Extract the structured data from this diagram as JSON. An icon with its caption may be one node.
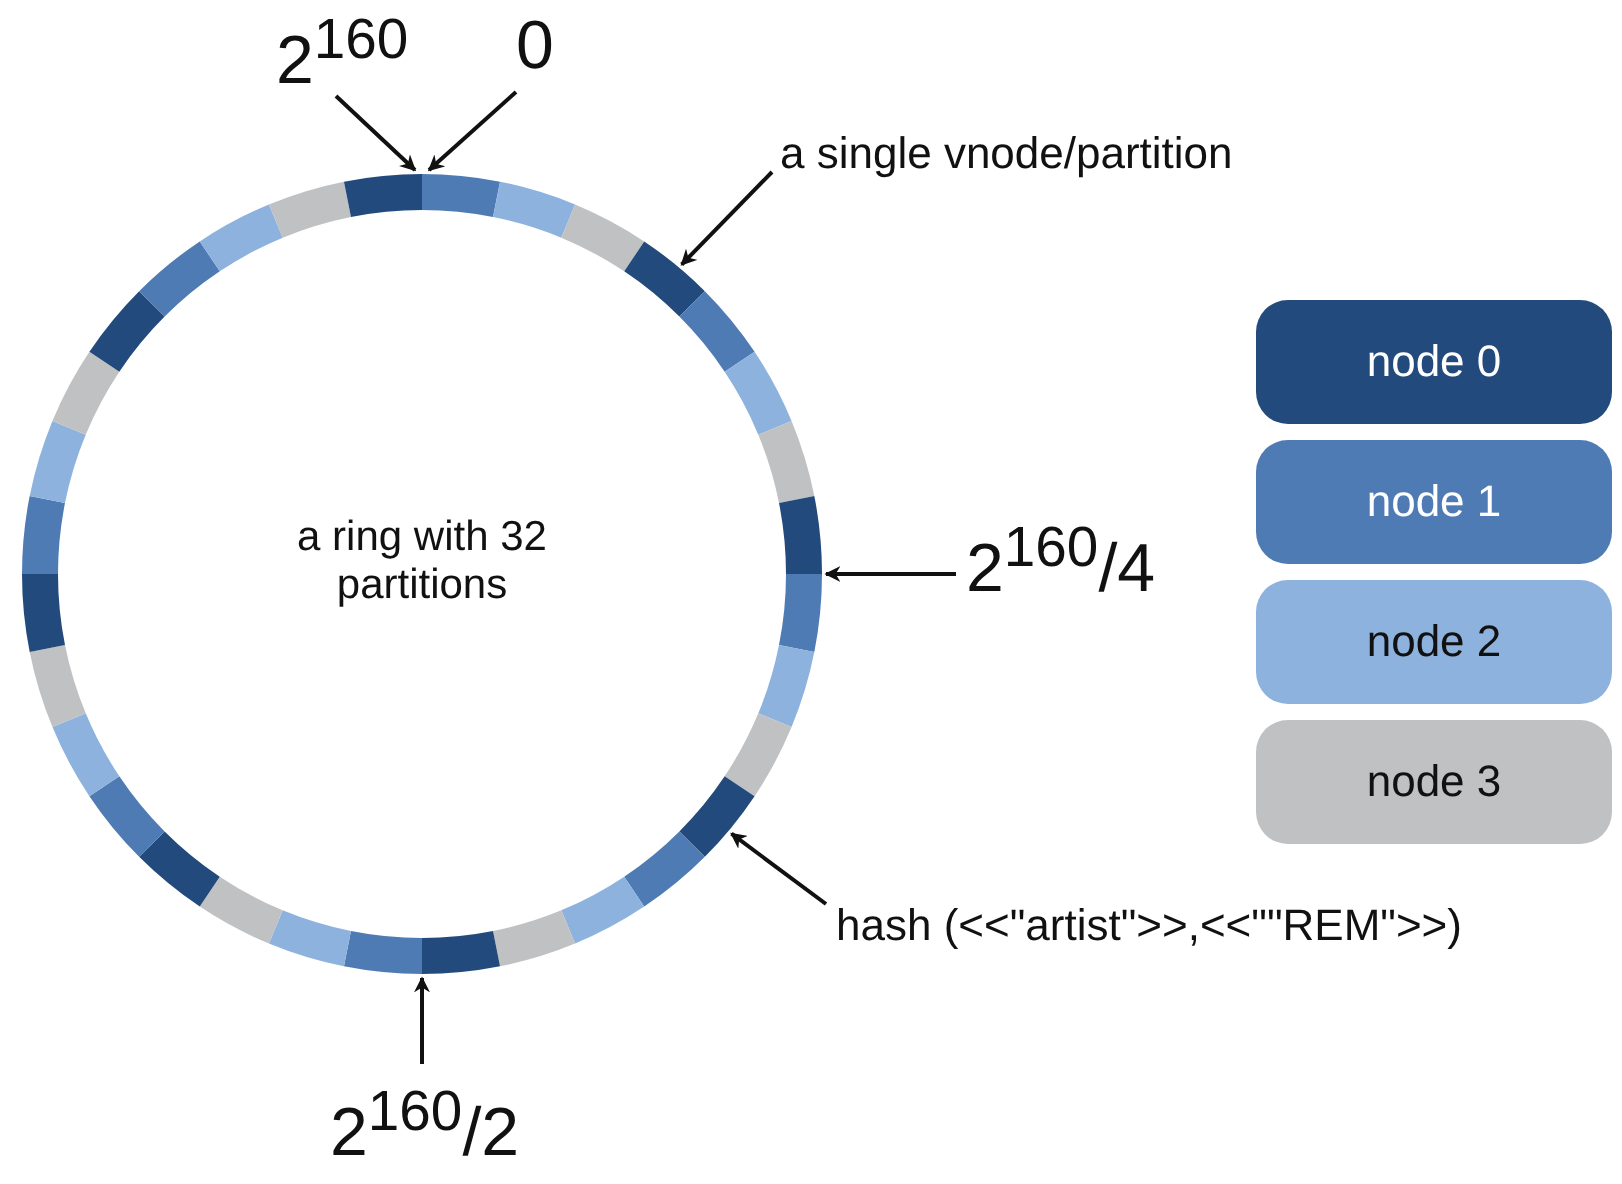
{
  "diagram": {
    "nodes": [
      {
        "text": [
          "a ring with 32 partitions"
        ]
      },
      {
        "text": [
          "2$^{160}$"
        ]
      },
      {
        "text": [
          "0"
        ]
      },
      {
        "text": [
          "a single vnode/partition"
        ]
      },
      {
        "text": [
          "2$^{160}$/4"
        ]
      },
      {
        "text": [
          "hash (<<\"artist\">>,<<\"\"REM\">>)"
        ]
      },
      {
        "text": [
          "2$^{160}$/2"
        ]
      }
    ],
    "edges": [
      {
        "from": 1,
        "to": 0,
        "arrow": "to"
      },
      {
        "from": 2,
        "to": 0,
        "arrow": "to"
      },
      {
        "from": 3,
        "to": 0,
        "arrow": "to"
      },
      {
        "from": 4,
        "to": 0,
        "arrow": "to"
      },
      {
        "from": 5,
        "to": 0,
        "arrow": "to"
      },
      {
        "from": 6,
        "to": 0,
        "arrow": "to"
      }
    ],
    "legend": [
      {
        "text": "node 0",
        "color": "#234a7c"
      },
      {
        "text": "node 1",
        "color": "#4f7bb5"
      },
      {
        "text": "node 2",
        "color": "#8db2de"
      },
      {
        "text": "node 3",
        "color": "#c0c1c3"
      }
    ]
  }
}
